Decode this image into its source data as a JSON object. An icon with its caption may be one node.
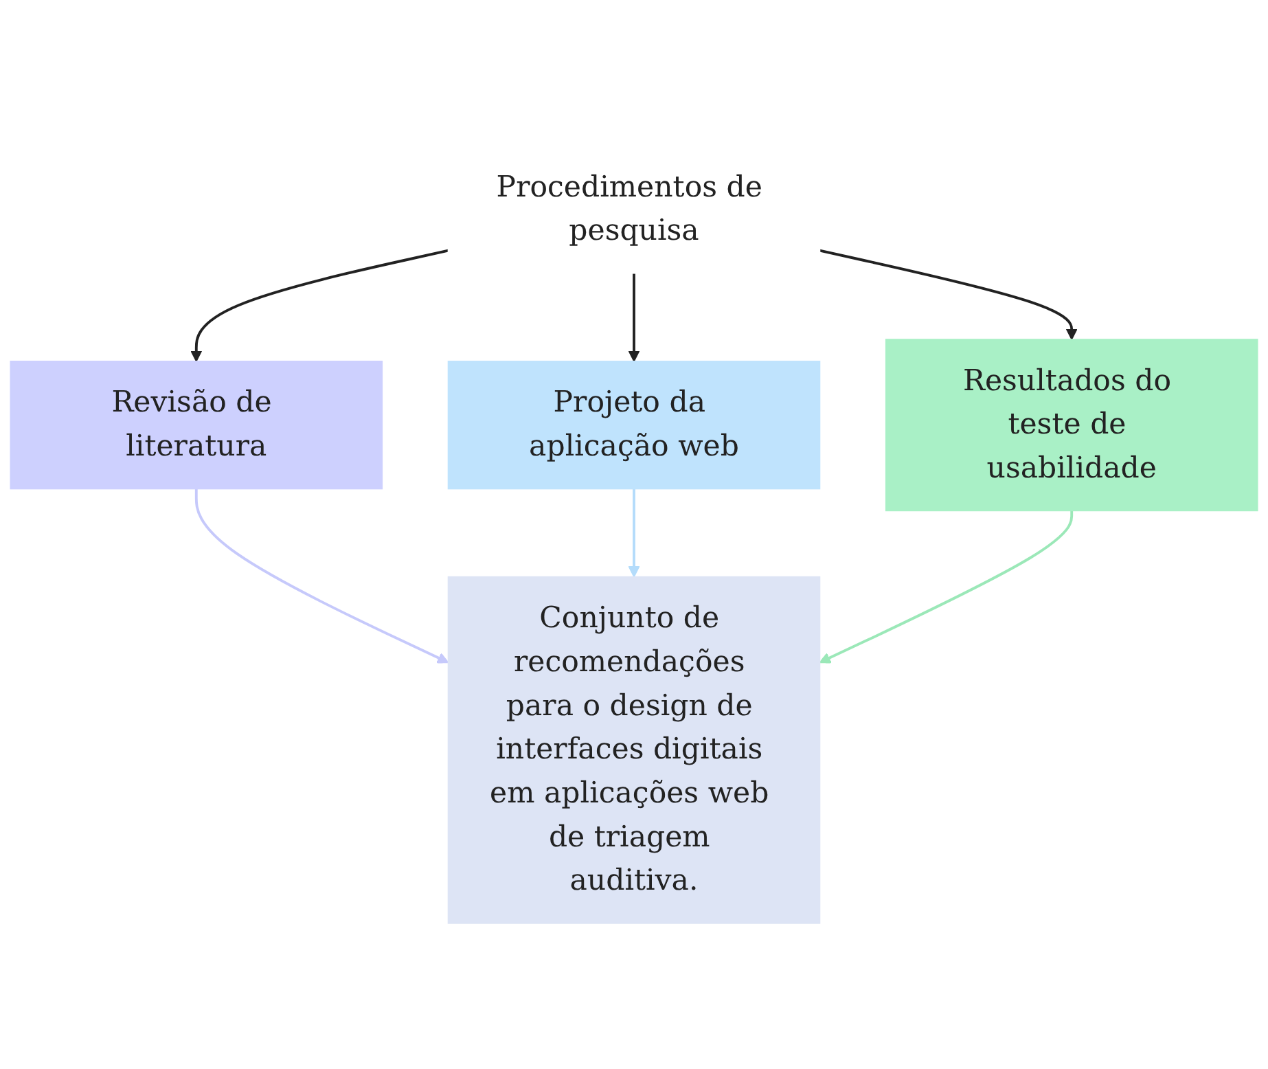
{
  "diagram": {
    "nodes": [
      {
        "text": [
          "Procedimentos de pesquisa"
        ]
      },
      {
        "text": [
          "Revisão de literatura"
        ]
      },
      {
        "text": [
          "Projeto da aplicação web"
        ]
      },
      {
        "text": [
          "Resultados do teste de usabilidade"
        ]
      },
      {
        "text": [
          "Conjunto de recomendações para o design de interfaces digitais em aplicações web de triagem auditiva."
        ]
      }
    ],
    "edges": [
      {
        "from": 0,
        "to": 1,
        "arrow": "to"
      },
      {
        "from": 0,
        "to": 2,
        "arrow": "to"
      },
      {
        "from": 0,
        "to": 3,
        "arrow": "to"
      },
      {
        "from": 1,
        "to": 4,
        "arrow": "to",
        "color": "#c6c9fb"
      },
      {
        "from": 2,
        "to": 4,
        "arrow": "to",
        "color": "#b4dcfb"
      },
      {
        "from": 3,
        "to": 4,
        "arrow": "to",
        "color": "#9be8b8"
      }
    ]
  }
}
